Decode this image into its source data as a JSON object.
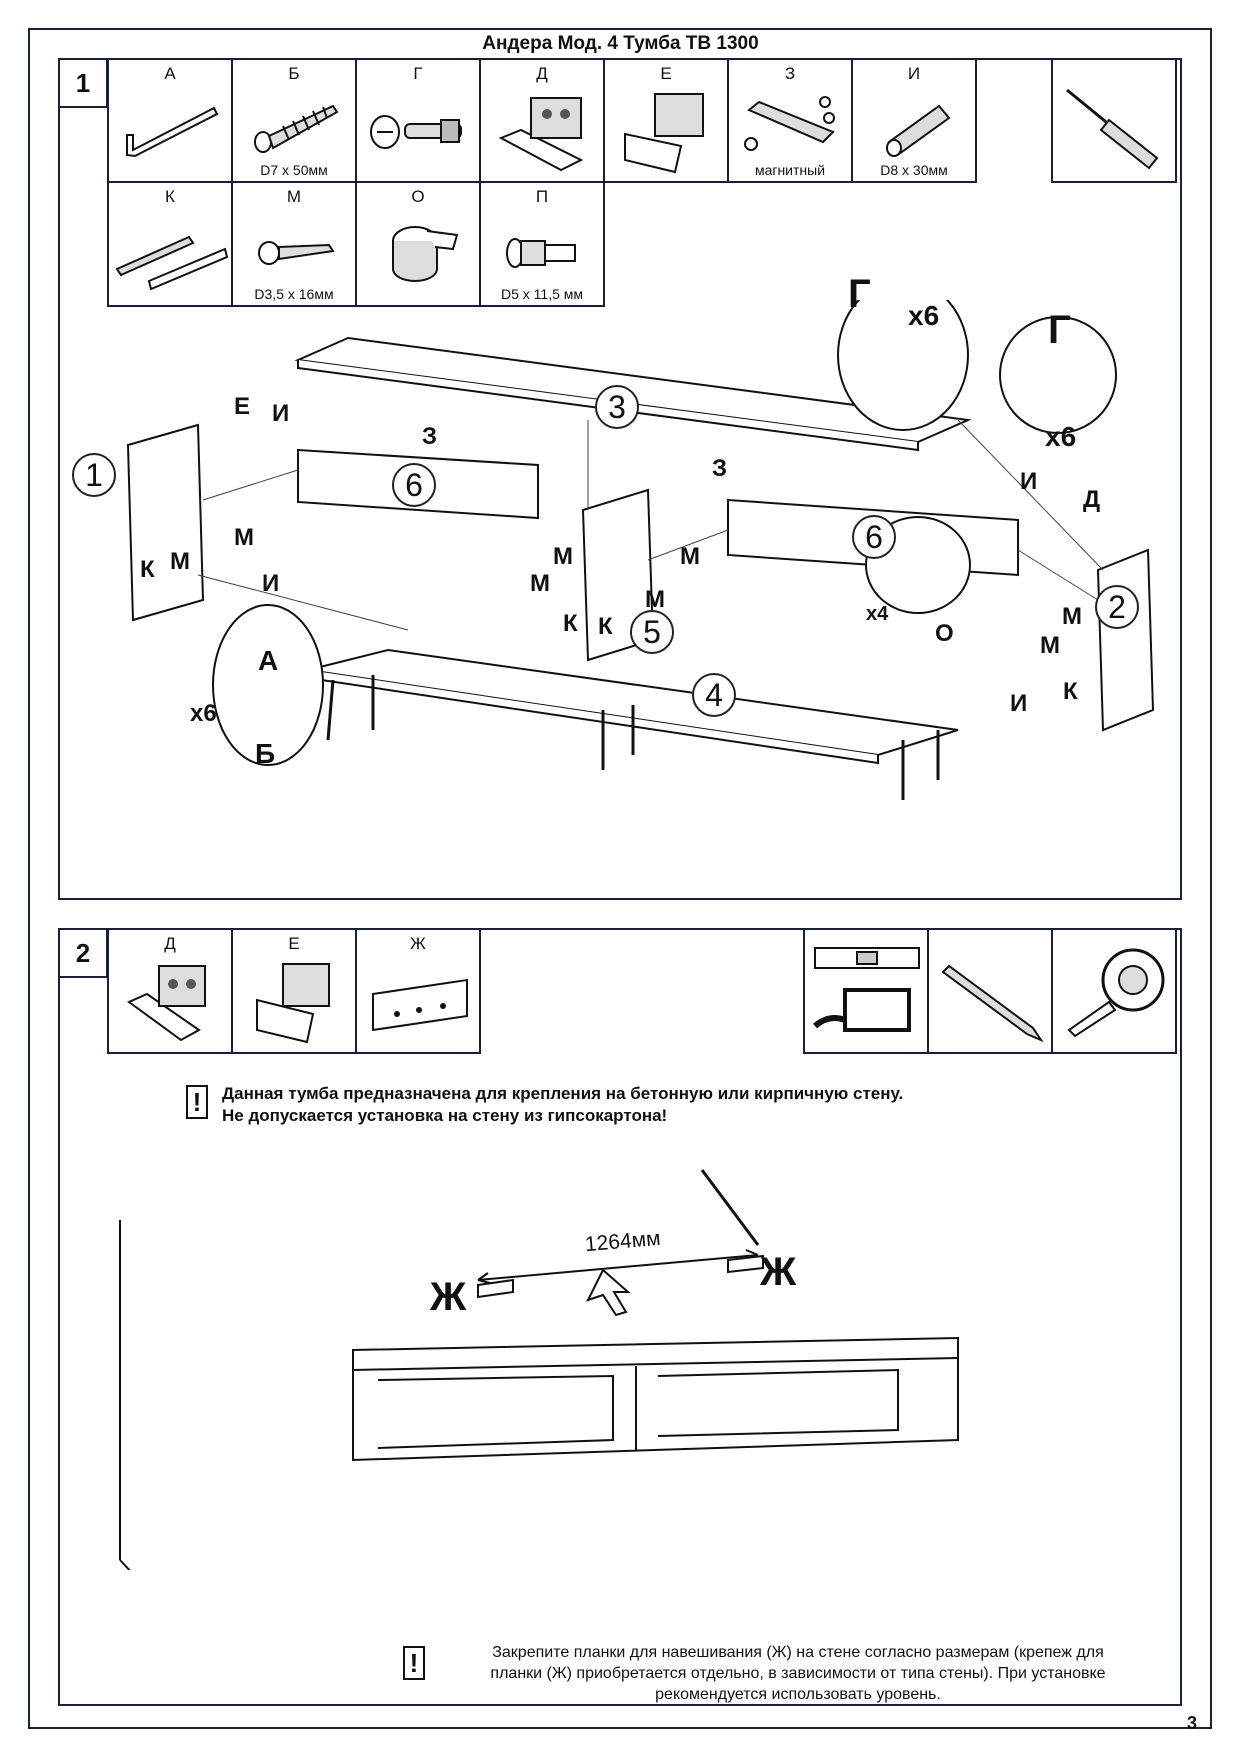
{
  "title": "Андера Мод. 4 Тумба ТВ 1300",
  "page_number": "3",
  "step1": {
    "number": "1",
    "parts": [
      {
        "letter": "А",
        "caption": ""
      },
      {
        "letter": "Б",
        "caption": "D7 x 50мм"
      },
      {
        "letter": "Г",
        "caption": ""
      },
      {
        "letter": "Д",
        "caption": ""
      },
      {
        "letter": "Е",
        "caption": ""
      },
      {
        "letter": "З",
        "caption": "магнитный"
      },
      {
        "letter": "И",
        "caption": "D8 x 30мм"
      },
      {
        "letter": "К",
        "caption": ""
      },
      {
        "letter": "М",
        "caption": "D3,5 x 16мм"
      },
      {
        "letter": "О",
        "caption": ""
      },
      {
        "letter": "П",
        "caption": "D5 x 11,5 мм"
      }
    ],
    "tool": "screwdriver-icon",
    "panel_numbers": [
      "1",
      "2",
      "3",
      "4",
      "5",
      "6",
      "6"
    ],
    "callouts": {
      "g_top": "Г",
      "g_top_count": "x6",
      "g_right": "Г",
      "g_right_count": "x6",
      "ab_count": "x6",
      "a": "А",
      "b": "Б",
      "o_count": "x4",
      "o": "О"
    },
    "part_labels": {
      "e": "Е",
      "i": "И",
      "z": "З",
      "m": "М",
      "k": "К",
      "d": "Д"
    }
  },
  "step2": {
    "number": "2",
    "parts": [
      {
        "letter": "Д"
      },
      {
        "letter": "Е"
      },
      {
        "letter": "Ж"
      }
    ],
    "tools": [
      "level-icon",
      "pencil-icon",
      "tape-measure-icon"
    ],
    "warning_line1": "Данная тумба предназначена для крепления на бетонную или кирпичную стену.",
    "warning_line2": "Не допускается установка на стену из гипсокартона!",
    "warning_mark": "!",
    "dimension": "1264мм",
    "rail_label_left": "Ж",
    "rail_label_right": "Ж",
    "note_line1": "Закрепите планки для навешивания (Ж) на стене согласно размерам (крепеж для",
    "note_line2": "планки (Ж) приобретается отдельно, в зависимости от типа стены). При установке",
    "note_line3": "рекомендуется использовать уровень."
  }
}
